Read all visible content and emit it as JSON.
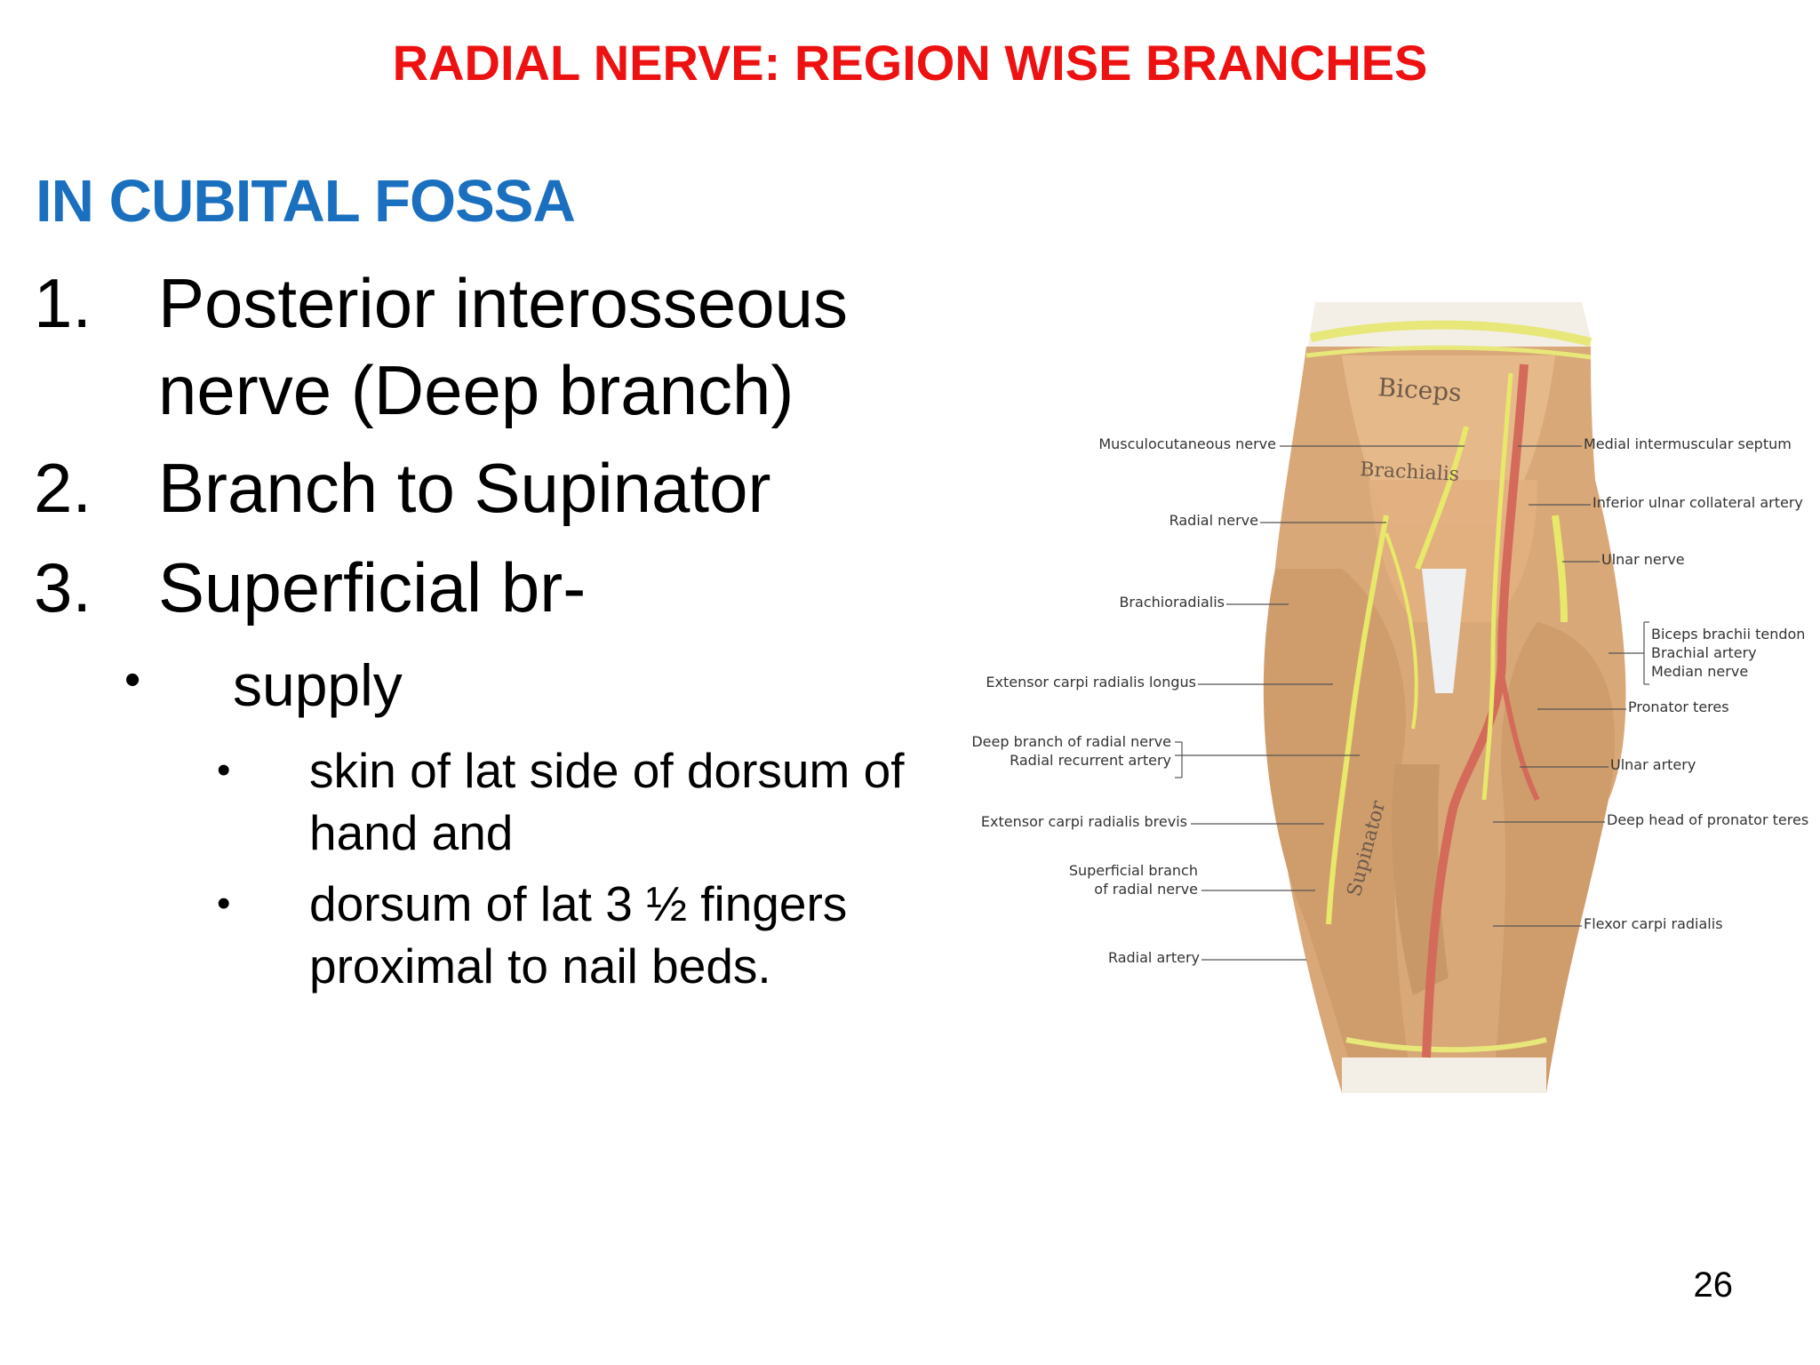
{
  "slide": {
    "title": "RADIAL NERVE: REGION WISE BRANCHES",
    "section_heading": "IN CUBITAL FOSSA",
    "numbered_items": [
      {
        "number": "1.",
        "text": "Posterior interosseous nerve (Deep branch)"
      },
      {
        "number": "2.",
        "text": "Branch to Supinator"
      },
      {
        "number": "3.",
        "text": "Superficial br-"
      }
    ],
    "bullet_l1": {
      "marker": "•",
      "text": "supply"
    },
    "bullets_l2": [
      {
        "marker": "•",
        "text": "skin of lat side of dorsum of hand and"
      },
      {
        "marker": "•",
        "text": "dorsum of lat 3 ½ fingers proximal to nail beds."
      }
    ],
    "page_number": "26"
  },
  "figure": {
    "muscle_labels": {
      "biceps": "Biceps",
      "brachialis": "Brachialis",
      "supinator": "Supinator"
    },
    "left_labels": [
      "Musculocutaneous nerve",
      "Radial nerve",
      "Brachioradialis",
      "Extensor carpi radialis longus",
      "Deep branch of radial nerve",
      "Radial recurrent artery",
      "Extensor carpi radialis brevis",
      "Superficial branch",
      "of radial nerve",
      "Radial artery"
    ],
    "right_labels": [
      "Medial intermuscular septum",
      "Inferior ulnar collateral artery",
      "Ulnar nerve",
      "Biceps brachii tendon",
      "Brachial artery",
      "Median nerve",
      "Pronator teres",
      "Ulnar artery",
      "Deep head of pronator teres",
      "Flexor carpi radialis"
    ]
  },
  "colors": {
    "title": "#ee1111",
    "heading": "#1a6fbf",
    "text": "#000000",
    "muscle": "#d9a878",
    "nerve": "#e8e86a",
    "artery": "#d46a5a"
  }
}
